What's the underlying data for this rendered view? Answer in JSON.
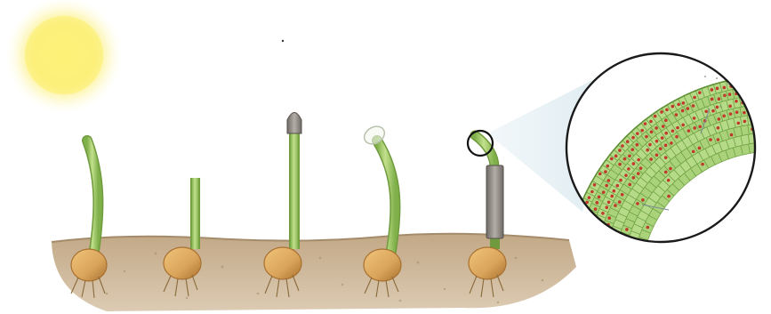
{
  "figure": {
    "type": "phototropism-coleoptile-experiment",
    "light_source": "sun-left",
    "seedlings": [
      {
        "id": 1,
        "tip_condition": "intact",
        "response": "bends-toward-light"
      },
      {
        "id": 2,
        "tip_condition": "tip-removed",
        "response": "no-bending"
      },
      {
        "id": 3,
        "tip_condition": "opaque-cap-on-tip",
        "response": "no-bending"
      },
      {
        "id": 4,
        "tip_condition": "transparent-cap-on-tip",
        "response": "bends-toward-light"
      },
      {
        "id": 5,
        "tip_condition": "opaque-shield-below-tip",
        "response": "bends-toward-light"
      }
    ],
    "magnified_view": {
      "target": "tip-of-seedling-5",
      "shows": "cell-layers-with-dots-concentrated-on-shaded-side"
    },
    "labels_visible": []
  },
  "colors": {
    "sun": "#fbef7a",
    "sun_glow": "#fdf7b8",
    "stem": "#92c05c",
    "stem_highlight": "#c3e08d",
    "stem_outline": "#6f9a3d",
    "soil": "#cbb391",
    "soil_dark": "#a48c6a",
    "seed": "#d9a35a",
    "seed_dark": "#a8702f",
    "cap_opaque": "#8a8580",
    "cap_transparent": "#e8eee0",
    "cell_fill": "#a9d27a",
    "cell_line": "#6e9f42",
    "dot": "#c0392b",
    "magnifier_ring": "#1a1a1a"
  }
}
